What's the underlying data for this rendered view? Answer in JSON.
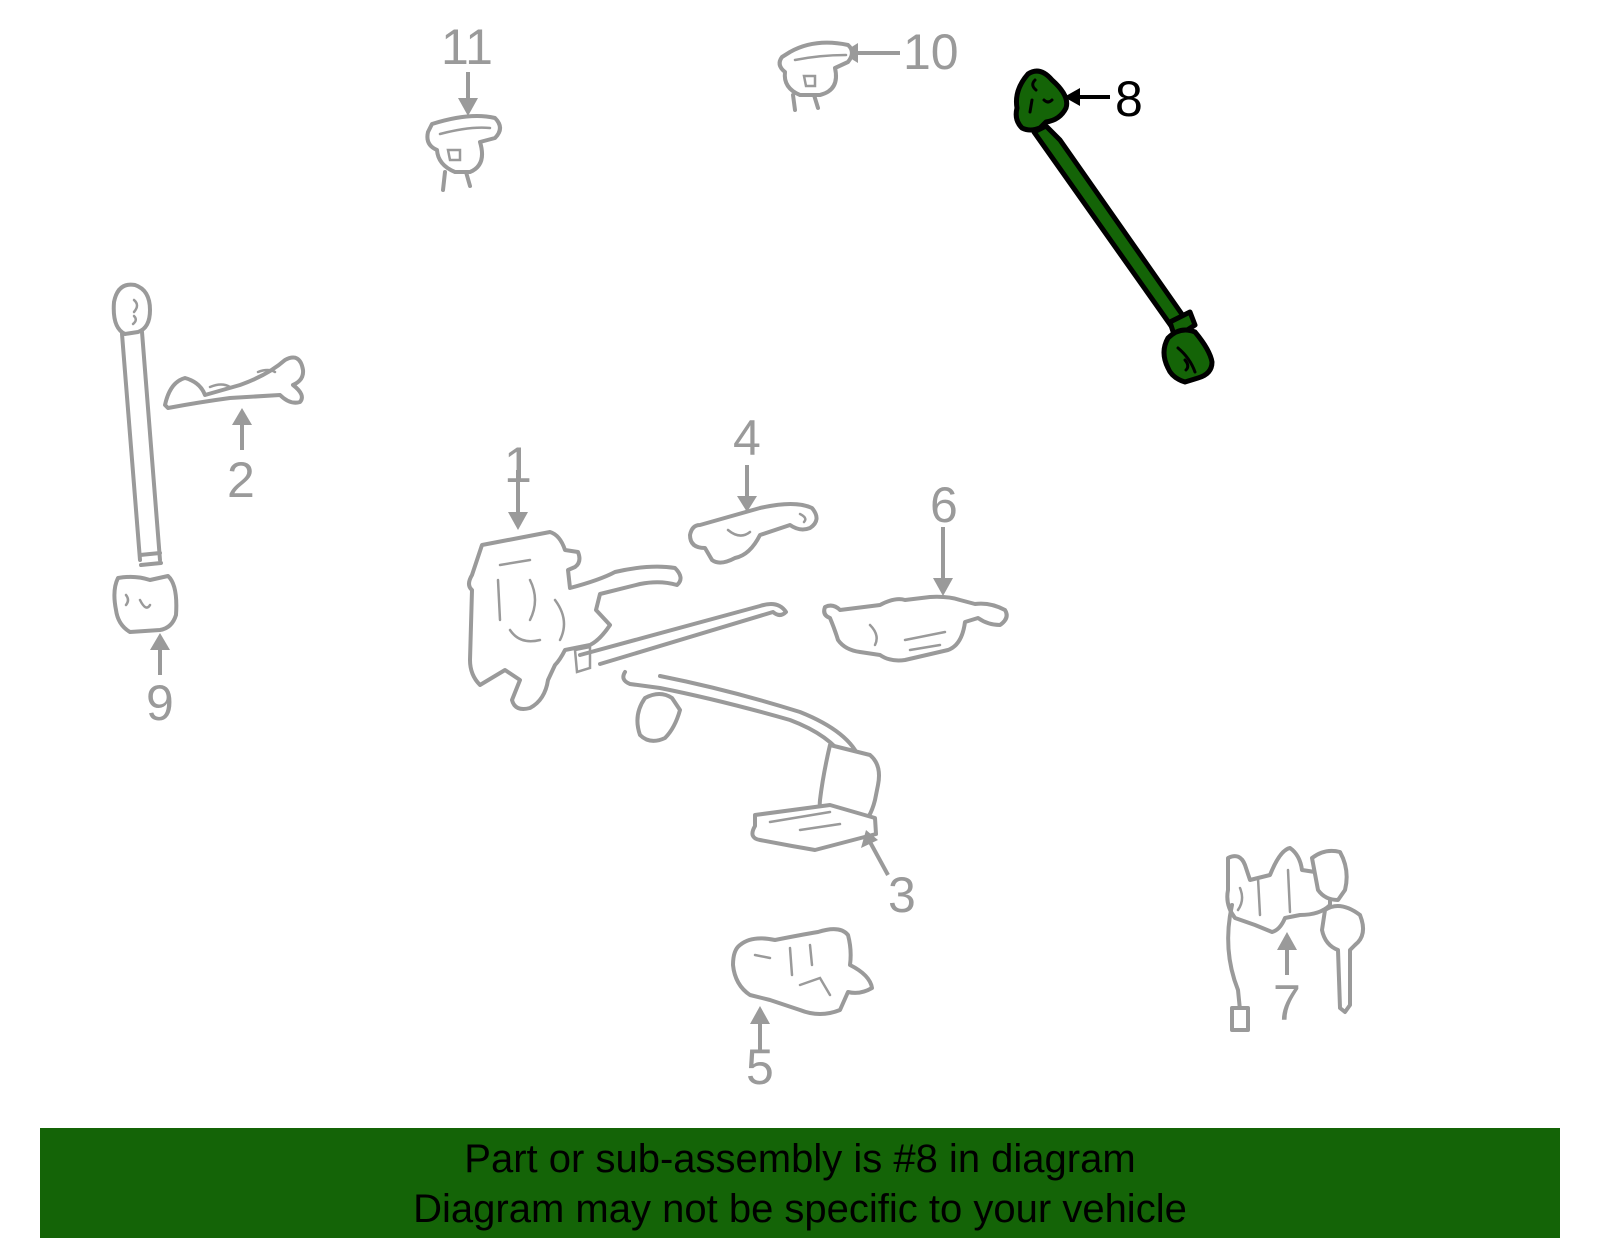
{
  "diagram": {
    "highlight_color": "#146407",
    "line_color": "#9a9a9a",
    "highlighted_part": "8",
    "callouts": [
      {
        "id": "1",
        "label": "1"
      },
      {
        "id": "2",
        "label": "2"
      },
      {
        "id": "3",
        "label": "3"
      },
      {
        "id": "4",
        "label": "4"
      },
      {
        "id": "5",
        "label": "5"
      },
      {
        "id": "6",
        "label": "6"
      },
      {
        "id": "7",
        "label": "7"
      },
      {
        "id": "8",
        "label": "8"
      },
      {
        "id": "9",
        "label": "9"
      },
      {
        "id": "10",
        "label": "10"
      },
      {
        "id": "11",
        "label": "11"
      }
    ]
  },
  "banner": {
    "line1": "Part or sub-assembly is #8 in diagram",
    "line2": "Diagram may not be specific to your vehicle",
    "background": "#146407"
  }
}
